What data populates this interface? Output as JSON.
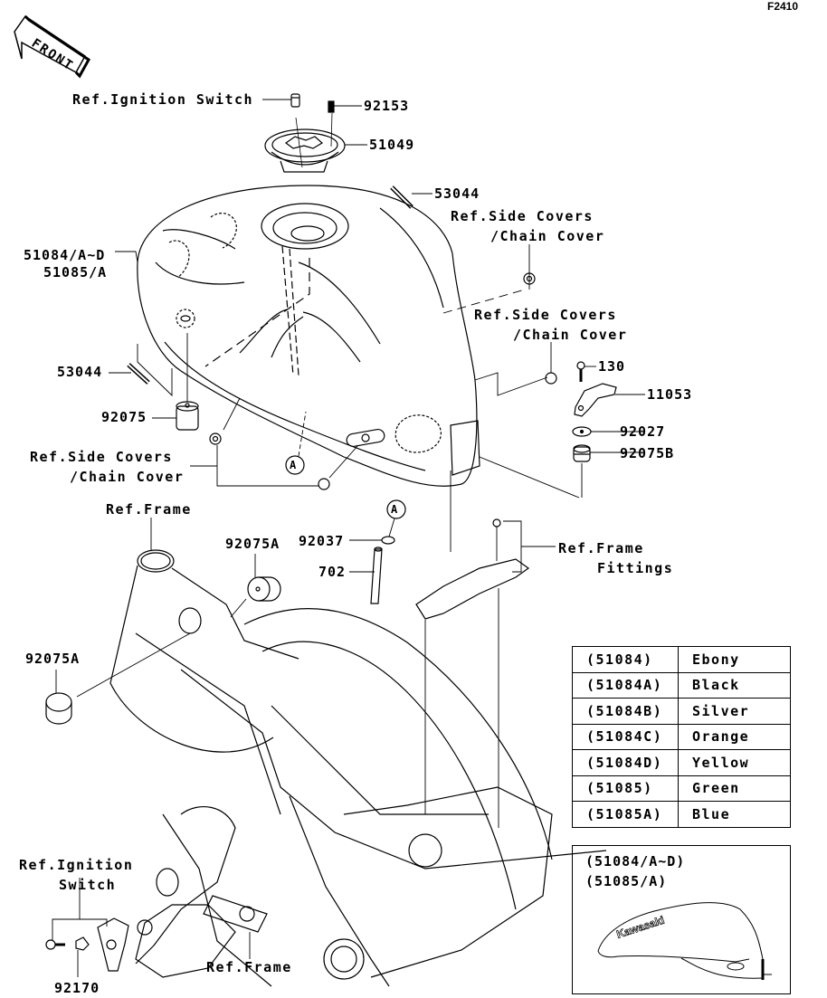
{
  "figure_id": "F2410",
  "front_arrow": {
    "label": "FRONT",
    "icon": "front-direction-arrow-icon"
  },
  "callouts": {
    "ignition_switch_top": "Ref.Ignition Switch",
    "p92153": "92153",
    "p51049": "51049",
    "p53044_top": "53044",
    "side_covers_1_line1": "Ref.Side Covers",
    "side_covers_1_line2": "/Chain Cover",
    "tank_line1": "51084/A~D",
    "tank_line2": "51085/A",
    "side_covers_2_line1": "Ref.Side Covers",
    "side_covers_2_line2": "/Chain Cover",
    "p130": "130",
    "p11053": "11053",
    "p53044_left": "53044",
    "p92027": "92027",
    "p92075": "92075",
    "p92075B": "92075B",
    "side_covers_3_line1": "Ref.Side Covers",
    "side_covers_3_line2": "/Chain Cover",
    "marker_a": "A",
    "ref_frame_top": "Ref.Frame",
    "p92075A_right": "92075A",
    "p92037": "92037",
    "marker_a2": "A",
    "frame_fittings_line1": "Ref.Frame",
    "frame_fittings_line2": "Fittings",
    "p702": "702",
    "p92075A_left": "92075A",
    "ignition_switch_bottom_line1": "Ref.Ignition",
    "ignition_switch_bottom_line2": "Switch",
    "p92170": "92170",
    "ref_frame_bottom": "Ref.Frame"
  },
  "color_table": [
    {
      "code": "(51084)",
      "color": "Ebony"
    },
    {
      "code": "(51084A)",
      "color": "Black"
    },
    {
      "code": "(51084B)",
      "color": "Silver"
    },
    {
      "code": "(51084C)",
      "color": "Orange"
    },
    {
      "code": "(51084D)",
      "color": "Yellow"
    },
    {
      "code": "(51085)",
      "color": "Green"
    },
    {
      "code": "(51085A)",
      "color": "Blue"
    }
  ],
  "inset": {
    "line1": "(51084/A~D)",
    "line2": "(51085/A)",
    "logo_text": "Kawasaki"
  }
}
